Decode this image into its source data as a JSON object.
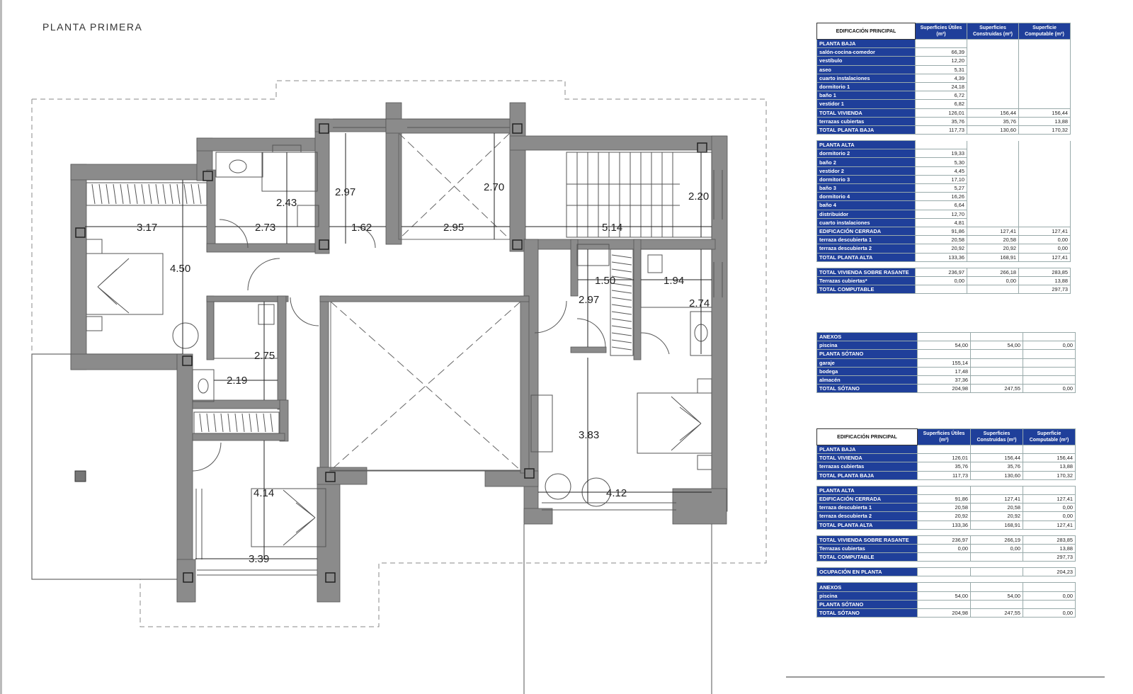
{
  "plan": {
    "title": "PLANTA  PRIMERA",
    "dimensions": [
      "3.17",
      "2.73",
      "2.43",
      "2.97",
      "1.62",
      "2.95",
      "2.70",
      "5.14",
      "2.20",
      "4.50",
      "1.50",
      "1.94",
      "2.97",
      "2.74",
      "2.75",
      "2.19",
      "3.83",
      "4.14",
      "4.12",
      "3.39"
    ]
  },
  "table1": {
    "header": {
      "title": "EDIFICACIÓN PRINCIPAL",
      "c1": "Superficies Útiles (m²)",
      "c2": "Superficies Construidas (m²)",
      "c3": "Superficie Computable (m²)"
    },
    "planta_baja": {
      "label": "PLANTA BAJA",
      "rooms": [
        {
          "name": "salón-cocina-comedor",
          "u": "66,39"
        },
        {
          "name": "vestíbulo",
          "u": "12,20"
        },
        {
          "name": "aseo",
          "u": "5,31"
        },
        {
          "name": "cuarto instalaciones",
          "u": "4,39"
        },
        {
          "name": "dormitorio 1",
          "u": "24,18"
        },
        {
          "name": "baño 1",
          "u": "6,72"
        },
        {
          "name": "vestidor 1",
          "u": "6,82"
        }
      ],
      "totals": [
        {
          "name": "TOTAL VIVIENDA",
          "u": "126,01",
          "c": "156,44",
          "p": "156,44"
        },
        {
          "name": "terrazas cubiertas",
          "u": "35,76",
          "c": "35,76",
          "p": "13,88"
        },
        {
          "name": "TOTAL PLANTA BAJA",
          "u": "117,73",
          "c": "130,60",
          "p": "170,32"
        }
      ]
    },
    "planta_alta": {
      "label": "PLANTA ALTA",
      "rooms": [
        {
          "name": "dormitorio 2",
          "u": "19,33"
        },
        {
          "name": "baño 2",
          "u": "5,30"
        },
        {
          "name": "vestidor 2",
          "u": "4,45"
        },
        {
          "name": "dormitorio 3",
          "u": "17,10"
        },
        {
          "name": "baño 3",
          "u": "5,27"
        },
        {
          "name": "dormitorio 4",
          "u": "16,26"
        },
        {
          "name": "baño 4",
          "u": "6,64"
        },
        {
          "name": "distribuidor",
          "u": "12,70"
        },
        {
          "name": "cuarto instalaciones",
          "u": "4,81"
        }
      ],
      "totals": [
        {
          "name": "EDIFICACIÓN CERRADA",
          "u": "91,86",
          "c": "127,41",
          "p": "127,41"
        },
        {
          "name": "terraza descubierta 1",
          "u": "20,58",
          "c": "20,58",
          "p": "0,00"
        },
        {
          "name": "terraza descubierta 2",
          "u": "20,92",
          "c": "20,92",
          "p": "0,00"
        },
        {
          "name": "TOTAL PLANTA ALTA",
          "u": "133,36",
          "c": "168,91",
          "p": "127,41"
        }
      ]
    },
    "summary": [
      {
        "name": "TOTAL VIVIENDA SOBRE RASANTE",
        "u": "236,97",
        "c": "266,18",
        "p": "283,85"
      },
      {
        "name": "Terrazas cubiertas*",
        "u": "0,00",
        "c": "0,00",
        "p": "13,88"
      },
      {
        "name": "TOTAL COMPUTABLE",
        "u": "",
        "c": "",
        "p": "297,73"
      }
    ]
  },
  "table2": {
    "rows": [
      {
        "name": "ANEXOS",
        "u": "",
        "c": "",
        "p": "",
        "lab": true
      },
      {
        "name": "piscina",
        "u": "54,00",
        "c": "54,00",
        "p": "0,00",
        "lab": true
      },
      {
        "name": "PLANTA SÓTANO",
        "u": "",
        "c": "",
        "p": "",
        "lab": true
      },
      {
        "name": "garaje",
        "u": "155,14",
        "c": "",
        "p": "",
        "lab": true
      },
      {
        "name": "bodega",
        "u": "17,48",
        "c": "",
        "p": "",
        "lab": true
      },
      {
        "name": "almacén",
        "u": "37,36",
        "c": "",
        "p": "",
        "lab": true
      },
      {
        "name": "TOTAL SÓTANO",
        "u": "204,98",
        "c": "247,55",
        "p": "0,00",
        "lab": true
      }
    ]
  },
  "table3": {
    "header": {
      "title": "EDIFICACIÓN PRINCIPAL",
      "c1": "Superficies Útiles (m²)",
      "c2": "Superficies Construidas (m²)",
      "c3": "Superficie Computable (m²)"
    },
    "groups": [
      [
        {
          "name": "PLANTA BAJA",
          "u": "",
          "c": "",
          "p": ""
        },
        {
          "name": "TOTAL VIVIENDA",
          "u": "126,01",
          "c": "156,44",
          "p": "156,44"
        },
        {
          "name": "terrazas cubiertas",
          "u": "35,76",
          "c": "35,76",
          "p": "13,88"
        },
        {
          "name": "TOTAL PLANTA BAJA",
          "u": "117,73",
          "c": "130,60",
          "p": "170,32"
        }
      ],
      [
        {
          "name": "PLANTA ALTA",
          "u": "",
          "c": "",
          "p": ""
        },
        {
          "name": "EDIFICACIÓN CERRADA",
          "u": "91,86",
          "c": "127,41",
          "p": "127,41"
        },
        {
          "name": "terraza descubierta 1",
          "u": "20,58",
          "c": "20,58",
          "p": "0,00"
        },
        {
          "name": "terraza descubierta 2",
          "u": "20,92",
          "c": "20,92",
          "p": "0,00"
        },
        {
          "name": "TOTAL PLANTA ALTA",
          "u": "133,36",
          "c": "168,91",
          "p": "127,41"
        }
      ],
      [
        {
          "name": "TOTAL VIVIENDA SOBRE RASANTE",
          "u": "236,97",
          "c": "266,19",
          "p": "283,85"
        },
        {
          "name": "Terrazas cubiertas",
          "u": "0,00",
          "c": "0,00",
          "p": "13,88"
        },
        {
          "name": "TOTAL COMPUTABLE",
          "u": "",
          "c": "",
          "p": "297,73"
        }
      ],
      [
        {
          "name": "OCUPACIÓN EN PLANTA",
          "u": "",
          "c": "",
          "p": "204,23"
        }
      ],
      [
        {
          "name": "ANEXOS",
          "u": "",
          "c": "",
          "p": ""
        },
        {
          "name": "piscina",
          "u": "54,00",
          "c": "54,00",
          "p": "0,00"
        },
        {
          "name": "PLANTA SÓTANO",
          "u": "",
          "c": "",
          "p": ""
        },
        {
          "name": "TOTAL SÓTANO",
          "u": "204,98",
          "c": "247,55",
          "p": "0,00"
        }
      ]
    ]
  }
}
